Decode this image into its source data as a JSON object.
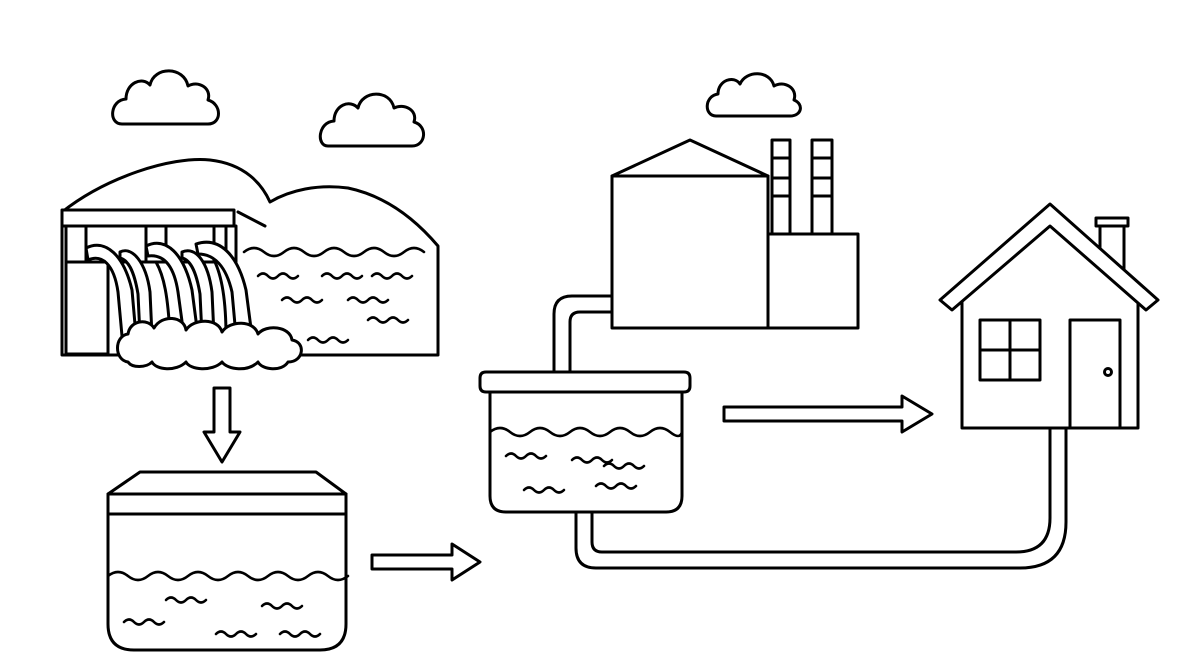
{
  "diagram": {
    "kind": "water-flow-illustration",
    "stroke_color": "#000000",
    "background_color": "#ffffff",
    "nodes": [
      {
        "id": "dam",
        "icon": "hydroelectric-dam-icon"
      },
      {
        "id": "reservoir",
        "icon": "reservoir-tank-icon"
      },
      {
        "id": "treatment",
        "icon": "water-treatment-tank-icon"
      },
      {
        "id": "factory",
        "icon": "factory-icon"
      },
      {
        "id": "house",
        "icon": "house-icon"
      }
    ],
    "connections": [
      {
        "from": "dam",
        "to": "reservoir",
        "style": "arrow"
      },
      {
        "from": "reservoir",
        "to": "treatment",
        "style": "arrow"
      },
      {
        "from": "treatment",
        "to": "house",
        "style": "arrow"
      },
      {
        "from": "treatment",
        "to": "factory",
        "style": "pipe"
      },
      {
        "from": "treatment",
        "to": "house",
        "style": "pipe"
      }
    ],
    "decorations": [
      "cloud-icon",
      "cloud-icon",
      "cloud-icon"
    ]
  }
}
